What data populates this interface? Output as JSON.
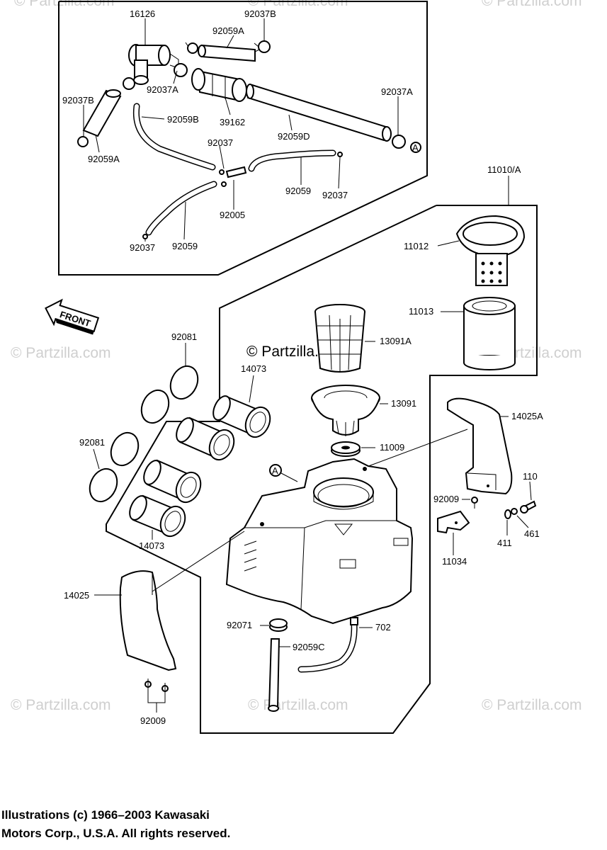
{
  "watermarks": [
    "© Partzilla.com",
    "© Partzilla.com",
    "© Partzilla.com",
    "© Partzilla.com",
    "© Partzilla.com",
    "© Partzilla.com",
    "© Partzilla.com",
    "© Partzilla.com"
  ],
  "center_watermark": "© Partzilla.com",
  "front_label": "FRONT",
  "reference_marker": "A",
  "labels": {
    "p16126": "16126",
    "p92037B_top": "92037B",
    "p92059A_top": "92059A",
    "p92037A_left": "92037A",
    "p92037B_left": "92037B",
    "p92059B": "92059B",
    "p39162": "39162",
    "p92059D": "92059D",
    "p92037A_right": "92037A",
    "p92059A_left": "92059A",
    "p92037_mid": "92037",
    "p92059_mid": "92059",
    "p92037_right": "92037",
    "p92005": "92005",
    "p92037_bottom": "92037",
    "p92059_bottom": "92059",
    "p11010A": "11010/A",
    "p11012": "11012",
    "p11013": "11013",
    "p13091A": "13091A",
    "p13091": "13091",
    "p11009": "11009",
    "p14025A": "14025A",
    "p110": "110",
    "p92009_right": "92009",
    "p461": "461",
    "p411": "411",
    "p11034": "11034",
    "p92081_top": "92081",
    "p92081_left": "92081",
    "p14073_top": "14073",
    "p14073_bottom": "14073",
    "p14025": "14025",
    "p92071": "92071",
    "p92059C": "92059C",
    "p702": "702",
    "p92009_bottom": "92009"
  },
  "copyright": {
    "line1": "Illustrations (c) 1966–2003 Kawasaki",
    "line2": "Motors Corp., U.S.A.  All rights reserved."
  }
}
